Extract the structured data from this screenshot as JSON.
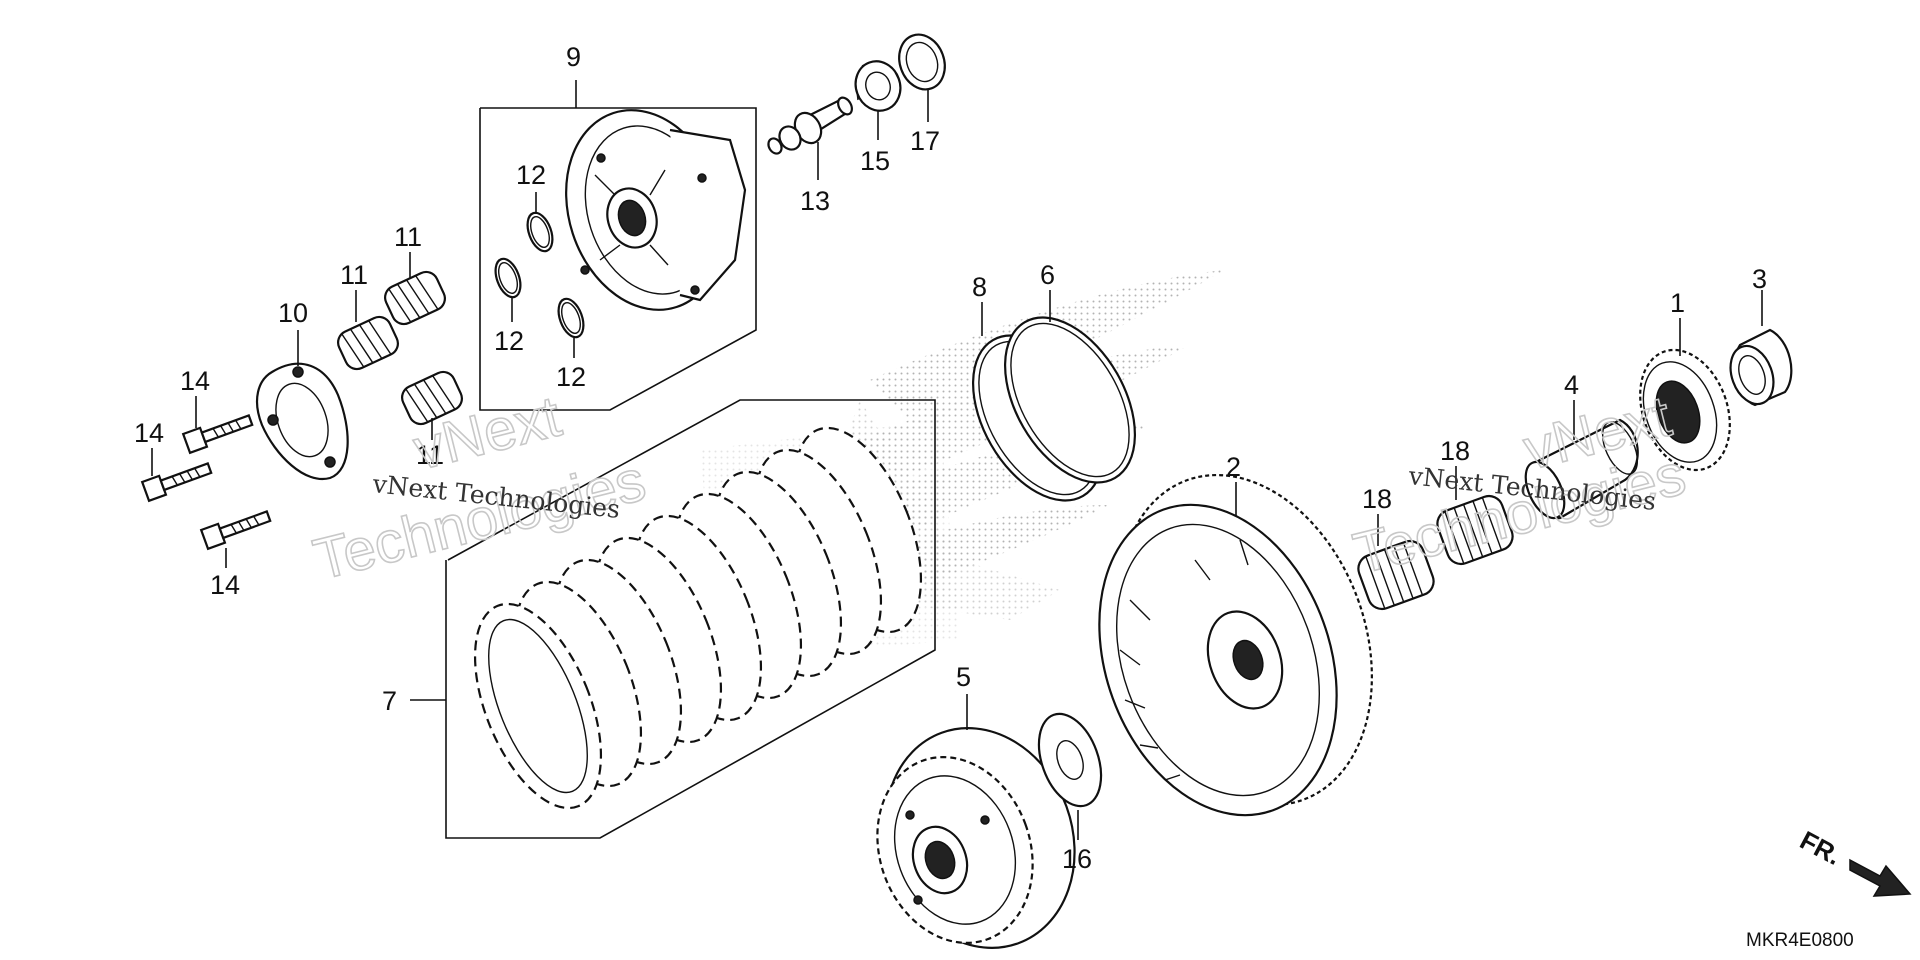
{
  "diagram": {
    "code": "MKR4E0800",
    "direction_label": "FR.",
    "callouts": [
      {
        "id": "c1",
        "text": "1"
      },
      {
        "id": "c2",
        "text": "2"
      },
      {
        "id": "c3",
        "text": "3"
      },
      {
        "id": "c4",
        "text": "4"
      },
      {
        "id": "c5",
        "text": "5"
      },
      {
        "id": "c6",
        "text": "6"
      },
      {
        "id": "c7",
        "text": "7"
      },
      {
        "id": "c8",
        "text": "8"
      },
      {
        "id": "c9",
        "text": "9"
      },
      {
        "id": "c10",
        "text": "10"
      },
      {
        "id": "c11a",
        "text": "11"
      },
      {
        "id": "c11b",
        "text": "11"
      },
      {
        "id": "c11c",
        "text": "11"
      },
      {
        "id": "c12a",
        "text": "12"
      },
      {
        "id": "c12b",
        "text": "12"
      },
      {
        "id": "c12c",
        "text": "12"
      },
      {
        "id": "c13",
        "text": "13"
      },
      {
        "id": "c14a",
        "text": "14"
      },
      {
        "id": "c14b",
        "text": "14"
      },
      {
        "id": "c14c",
        "text": "14"
      },
      {
        "id": "c15",
        "text": "15"
      },
      {
        "id": "c16",
        "text": "16"
      },
      {
        "id": "c17",
        "text": "17"
      },
      {
        "id": "c18a",
        "text": "18"
      },
      {
        "id": "c18b",
        "text": "18"
      }
    ],
    "watermark": {
      "big_line1": "vNext",
      "big_line2": "Technologies",
      "small": "vNext Technologies"
    }
  }
}
